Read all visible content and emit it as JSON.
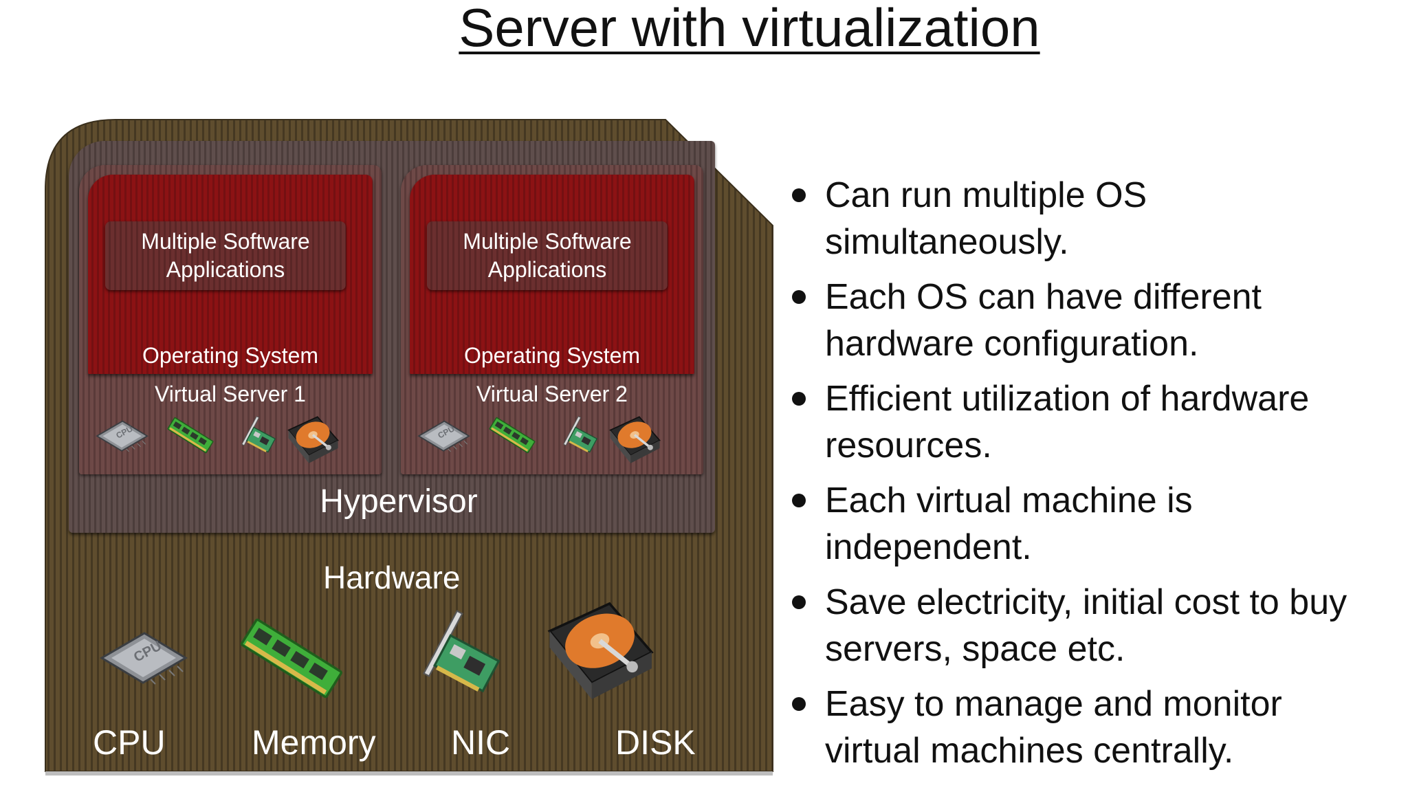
{
  "title": "Server with virtualization",
  "diagram": {
    "hypervisor_label": "Hypervisor",
    "hardware_label": "Hardware",
    "virtual_servers": [
      {
        "apps_line1": "Multiple Software",
        "apps_line2": "Applications",
        "os_label": "Operating System",
        "name": "Virtual Server 1"
      },
      {
        "apps_line1": "Multiple Software",
        "apps_line2": "Applications",
        "os_label": "Operating System",
        "name": "Virtual Server 2"
      }
    ],
    "components": [
      {
        "label": "CPU",
        "icon": "cpu-chip-icon"
      },
      {
        "label": "Memory",
        "icon": "memory-module-icon"
      },
      {
        "label": "NIC",
        "icon": "network-card-icon"
      },
      {
        "label": "DISK",
        "icon": "hard-disk-icon"
      }
    ],
    "colors": {
      "hardware": "#5b4a2c",
      "hypervisor": "#574644",
      "virtual_server": "#664341",
      "operating_system": "#801113",
      "text": "#ffffff"
    }
  },
  "bullets": [
    {
      "line1": "Can run multiple OS",
      "line2": "simultaneously."
    },
    {
      "line1": "Each OS can have different",
      "line2": "hardware configuration."
    },
    {
      "line1": "Efficient utilization of hardware",
      "line2": "resources."
    },
    {
      "line1": "Each virtual machine is",
      "line2": "independent."
    },
    {
      "line1": "Save electricity, initial cost to buy",
      "line2": "servers, space etc."
    },
    {
      "line1": "Easy to manage and monitor",
      "line2": "virtual machines centrally."
    }
  ]
}
